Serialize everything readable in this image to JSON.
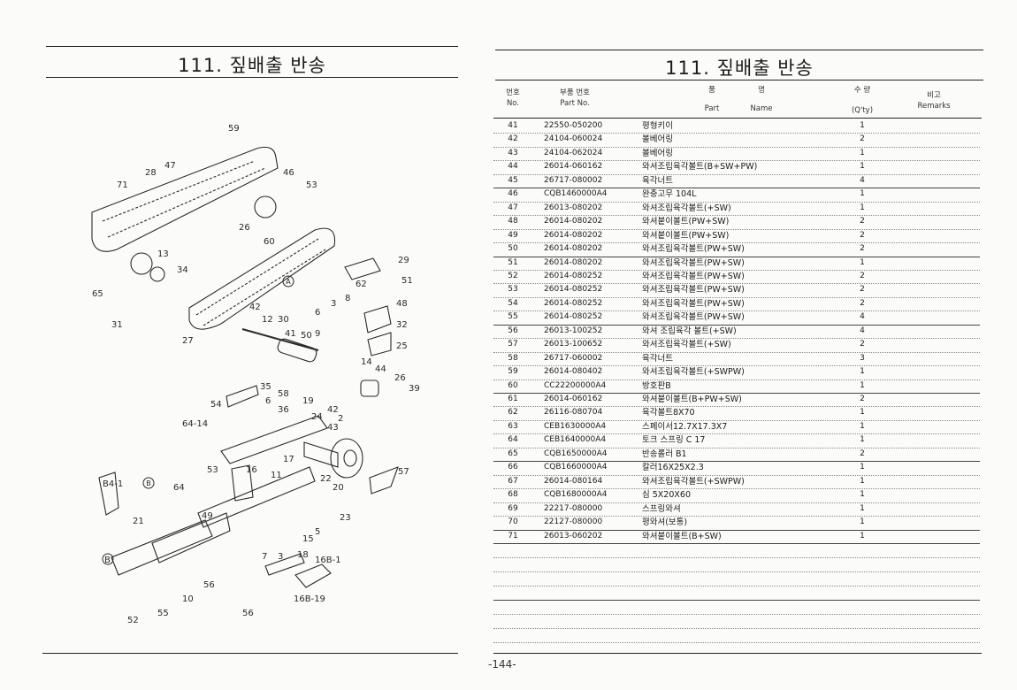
{
  "left_page": {
    "title": "111. 짚배출 반송"
  },
  "right_page": {
    "title": "111. 짚배출 반송",
    "headers": {
      "no_kr": "번호",
      "no_en": "No.",
      "part_kr": "부품 번호",
      "part_en": "Part  No.",
      "name_kr_1": "품",
      "name_kr_2": "명",
      "name_en_1": "Part",
      "name_en_2": "Name",
      "qty_kr": "수  량",
      "qty_en": "(Q'ty)",
      "remarks_kr": "비고",
      "remarks_en": "Remarks"
    },
    "rows": [
      {
        "no": "41",
        "part": "22550-050200",
        "name": "평형키이",
        "qty": "1"
      },
      {
        "no": "42",
        "part": "24104-060024",
        "name": "볼베어링",
        "qty": "2"
      },
      {
        "no": "43",
        "part": "24104-062024",
        "name": "볼베어링",
        "qty": "1"
      },
      {
        "no": "44",
        "part": "26014-060162",
        "name": "와셔조립육각볼트(B+SW+PW)",
        "qty": "1"
      },
      {
        "no": "45",
        "part": "26717-080002",
        "name": "육각너트",
        "qty": "4"
      },
      {
        "no": "46",
        "part": "CQB1460000A4",
        "name": "완충고무 104L",
        "qty": "1"
      },
      {
        "no": "47",
        "part": "26013-080202",
        "name": "와셔조립육각볼트(+SW)",
        "qty": "1"
      },
      {
        "no": "48",
        "part": "26014-080202",
        "name": "와셔붙이볼트(PW+SW)",
        "qty": "2"
      },
      {
        "no": "49",
        "part": "26014-080202",
        "name": "와셔붙이볼트(PW+SW)",
        "qty": "2"
      },
      {
        "no": "50",
        "part": "26014-080202",
        "name": "와셔조립육각볼트(PW+SW)",
        "qty": "2"
      },
      {
        "no": "51",
        "part": "26014-080202",
        "name": "와셔조립육각볼트(PW+SW)",
        "qty": "1"
      },
      {
        "no": "52",
        "part": "26014-080252",
        "name": "와셔조립육각볼트(PW+SW)",
        "qty": "2"
      },
      {
        "no": "53",
        "part": "26014-080252",
        "name": "와셔조립육각볼트(PW+SW)",
        "qty": "2"
      },
      {
        "no": "54",
        "part": "26014-080252",
        "name": "와셔조립육각볼트(PW+SW)",
        "qty": "2"
      },
      {
        "no": "55",
        "part": "26014-080252",
        "name": "와셔조립육각볼트(PW+SW)",
        "qty": "4"
      },
      {
        "no": "56",
        "part": "26013-100252",
        "name": "와셔 조립육각 볼트(+SW)",
        "qty": "4"
      },
      {
        "no": "57",
        "part": "26013-100652",
        "name": "와셔조립육각볼트(+SW)",
        "qty": "2"
      },
      {
        "no": "58",
        "part": "26717-060002",
        "name": "육각너트",
        "qty": "3"
      },
      {
        "no": "59",
        "part": "26014-080402",
        "name": "와셔조립육각볼트(+SWPW)",
        "qty": "1"
      },
      {
        "no": "60",
        "part": "CC22200000A4",
        "name": "방호판B",
        "qty": "1"
      },
      {
        "no": "61",
        "part": "26014-060162",
        "name": "와셔붙이볼트(B+PW+SW)",
        "qty": "2"
      },
      {
        "no": "62",
        "part": "26116-080704",
        "name": "육각볼트8X70",
        "qty": "1"
      },
      {
        "no": "63",
        "part": "CEB1630000A4",
        "name": "스페이서12.7X17.3X7",
        "qty": "1"
      },
      {
        "no": "64",
        "part": "CEB1640000A4",
        "name": "토크 스프링 C 17",
        "qty": "1"
      },
      {
        "no": "65",
        "part": "CQB1650000A4",
        "name": "반송롤러 B1",
        "qty": "2"
      },
      {
        "no": "66",
        "part": "CQB1660000A4",
        "name": "칼러16X25X2.3",
        "qty": "1"
      },
      {
        "no": "67",
        "part": "26014-080164",
        "name": "와셔조립육각볼트(+SWPW)",
        "qty": "1"
      },
      {
        "no": "68",
        "part": "CQB1680000A4",
        "name": "심 5X20X60",
        "qty": "1"
      },
      {
        "no": "69",
        "part": "22217-080000",
        "name": "스프링와셔",
        "qty": "1"
      },
      {
        "no": "70",
        "part": "22127-080000",
        "name": "평와셔(보통)",
        "qty": "1"
      },
      {
        "no": "71",
        "part": "26013-060202",
        "name": "와셔붙이볼트(B+SW)",
        "qty": "1"
      }
    ]
  },
  "diagram": {
    "labels": [
      "59",
      "47",
      "28",
      "46",
      "71",
      "53",
      "26",
      "60",
      "13",
      "34",
      "65",
      "29",
      "51",
      "62",
      "8",
      "3",
      "48",
      "42",
      "12",
      "30",
      "6",
      "41",
      "50",
      "9",
      "32",
      "27",
      "31",
      "25",
      "14",
      "44",
      "26",
      "39",
      "35",
      "58",
      "6",
      "36",
      "19",
      "42",
      "2",
      "24",
      "43",
      "54",
      "64-14",
      "17",
      "16",
      "53",
      "11",
      "22",
      "20",
      "57",
      "64",
      "B4-1",
      "49",
      "23",
      "21",
      "5",
      "15",
      "B",
      "7",
      "3",
      "18",
      "56",
      "10",
      "55",
      "52",
      "56",
      "16B-1",
      "16B-19"
    ],
    "callouts": [
      "A",
      "B",
      "B"
    ]
  },
  "footer": {
    "page_number": "-144-"
  }
}
